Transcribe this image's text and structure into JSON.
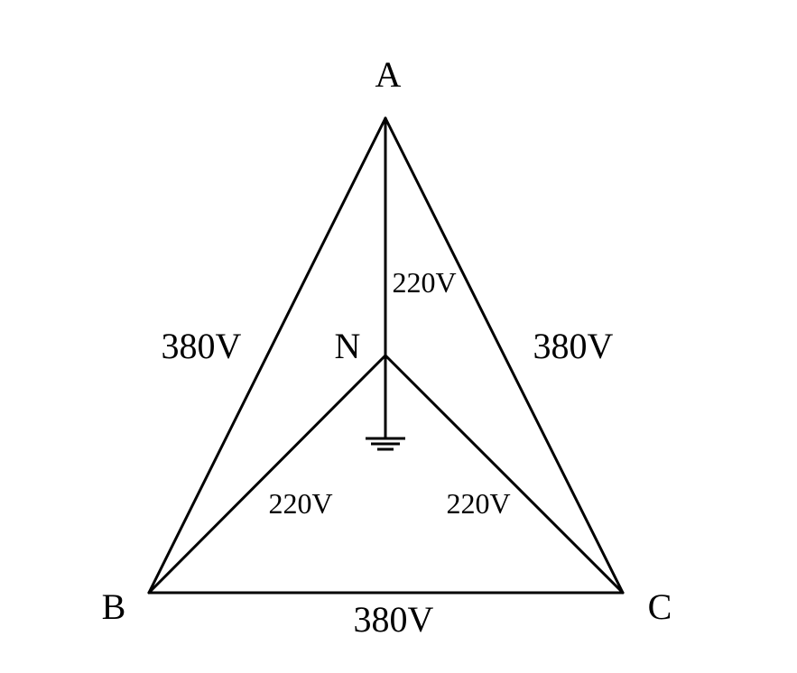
{
  "vertices": {
    "a": "A",
    "b": "B",
    "c": "C",
    "n": "N"
  },
  "voltages": {
    "line_ab": "380V",
    "line_ac": "380V",
    "line_bc": "380V",
    "phase_an": "220V",
    "phase_bn": "220V",
    "phase_cn": "220V"
  },
  "icons": {
    "ground": "ground-symbol-icon"
  }
}
